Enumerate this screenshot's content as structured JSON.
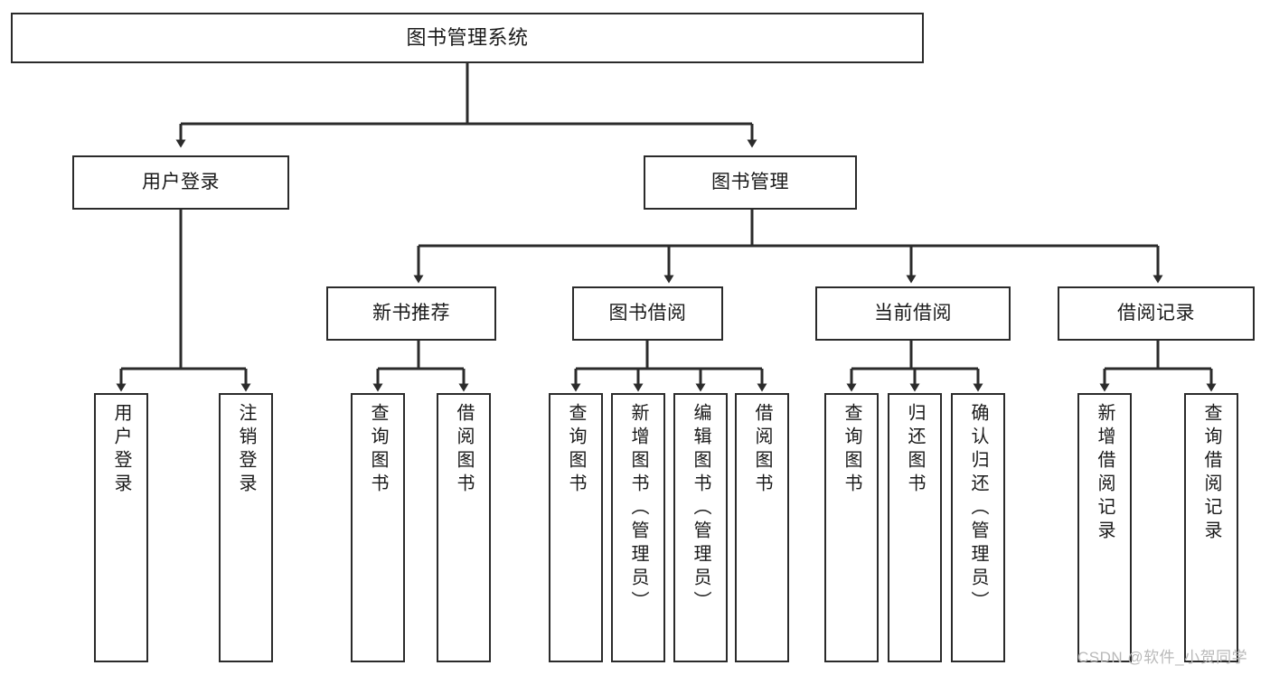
{
  "diagram": {
    "type": "tree-hierarchy",
    "title": "图书管理系统",
    "watermark": "CSDN @软件_小贺同学",
    "colors": {
      "stroke": "#2b2b2b",
      "fill": "#ffffff",
      "text": "#1a1a1a",
      "watermark": "#b9b9b9"
    },
    "root": {
      "label": "图书管理系统"
    },
    "level1": [
      {
        "id": "user-login",
        "label": "用户登录"
      },
      {
        "id": "book-manage",
        "label": "图书管理"
      }
    ],
    "level2": [
      {
        "id": "new-book-recommend",
        "label": "新书推荐",
        "parent": "book-manage"
      },
      {
        "id": "book-borrow",
        "label": "图书借阅",
        "parent": "book-manage"
      },
      {
        "id": "current-borrow",
        "label": "当前借阅",
        "parent": "book-manage"
      },
      {
        "id": "borrow-record",
        "label": "借阅记录",
        "parent": "book-manage"
      }
    ],
    "leaves": {
      "user-login": [
        {
          "id": "leaf-user-login",
          "label": "用户登录"
        },
        {
          "id": "leaf-logout-login",
          "label": "注销登录"
        }
      ],
      "new-book-recommend": [
        {
          "id": "leaf-query-book-1",
          "label": "查询图书"
        },
        {
          "id": "leaf-borrow-book-1",
          "label": "借阅图书"
        }
      ],
      "book-borrow": [
        {
          "id": "leaf-query-book-2",
          "label": "查询图书"
        },
        {
          "id": "leaf-add-book",
          "label": "新增图书（管理员）"
        },
        {
          "id": "leaf-edit-book",
          "label": "编辑图书（管理员）"
        },
        {
          "id": "leaf-borrow-book-2",
          "label": "借阅图书"
        }
      ],
      "current-borrow": [
        {
          "id": "leaf-query-book-3",
          "label": "查询图书"
        },
        {
          "id": "leaf-return-book",
          "label": "归还图书"
        },
        {
          "id": "leaf-confirm-return",
          "label": "确认归还（管理员）"
        }
      ],
      "borrow-record": [
        {
          "id": "leaf-add-record",
          "label": "新增借阅记录"
        },
        {
          "id": "leaf-query-record",
          "label": "查询借阅记录"
        }
      ]
    }
  }
}
